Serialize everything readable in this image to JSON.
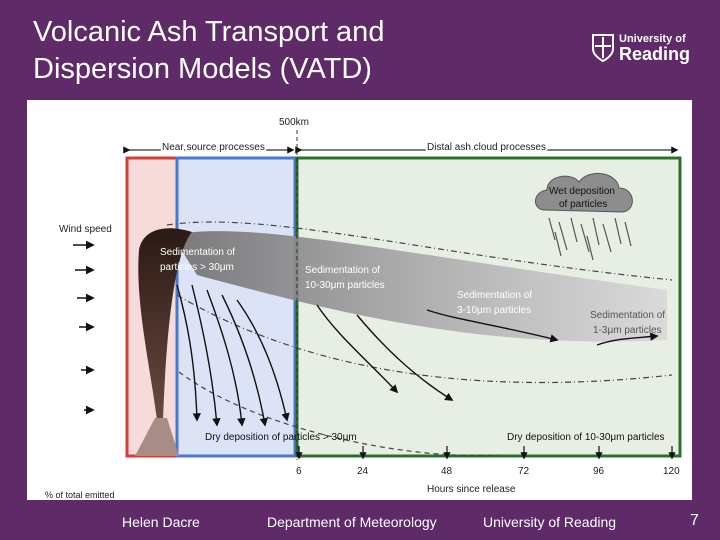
{
  "title": "Volcanic Ash Transport and Dispersion Models (VATD)",
  "logo": {
    "line1": "University of",
    "line2": "Reading"
  },
  "figure": {
    "distance_marker": "500km",
    "near_source_label": "Near source processes",
    "distal_label": "Distal ash cloud processes",
    "wind_speed_label": "Wind speed",
    "wet_deposition_label": [
      "Wet deposition",
      "of particles"
    ],
    "sed_large": [
      "Sedimentation of",
      "particles > 30μm"
    ],
    "sed_10_30": [
      "Sedimentation of",
      "10-30μm particles"
    ],
    "sed_3_10": [
      "Sedimentation of",
      "3-10μm particles"
    ],
    "sed_1_3": [
      "Sedimentation of",
      "1-3μm particles"
    ],
    "dry_dep_large": "Dry deposition of particles > 30μm",
    "dry_dep_10_30": "Dry deposition of 10-30μm particles",
    "time_ticks": [
      "6",
      "24",
      "48",
      "72",
      "96",
      "120"
    ],
    "x_axis_label": "Hours since release",
    "y_axis_label": "% of total emitted",
    "colors": {
      "near_source_box": "#d83a3a",
      "middle_box": "#4a78d0",
      "distal_box": "#2c6e2c"
    }
  },
  "footer": {
    "author": "Helen Dacre",
    "department": "Department of Meteorology",
    "university": "University of Reading",
    "page_number": "7"
  }
}
